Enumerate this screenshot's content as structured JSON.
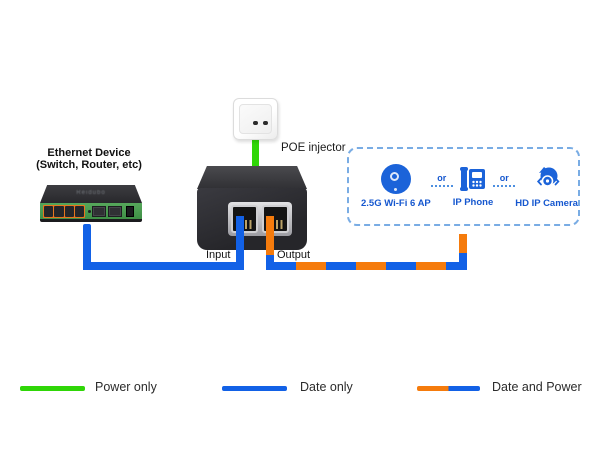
{
  "diagram": {
    "ethernet_device_label_line1": "Ethernet Device",
    "ethernet_device_label_line2": "(Switch, Router, etc)",
    "switch_brand": "Reidubo",
    "poe_injector_label": "POE injector",
    "input_label": "Input",
    "output_label": "Output",
    "powered_devices": {
      "separator": "or",
      "items": [
        {
          "label": "2.5G Wi-Fi 6 AP",
          "icon": "wifi-ap-icon"
        },
        {
          "label": "IP Phone",
          "icon": "ip-phone-icon"
        },
        {
          "label": "HD IP Camera",
          "icon": "hd-ip-camera-icon"
        }
      ]
    }
  },
  "legend": {
    "items": [
      {
        "label": "Power only",
        "cable_type": "power",
        "color": "#2fd607"
      },
      {
        "label": "Date only",
        "cable_type": "data",
        "color": "#1261e6"
      },
      {
        "label": "Date and Power",
        "cable_type": "data-and-power",
        "colors": [
          "#f57b0c",
          "#1261e6"
        ]
      }
    ]
  },
  "colors": {
    "power_cable_green": "#2fd607",
    "data_cable_blue": "#1261e6",
    "power_data_orange": "#f57b0c",
    "device_icon_blue": "#1b63d9",
    "device_label_blue": "#1557cf",
    "dashed_box_border": "#79ace4"
  }
}
